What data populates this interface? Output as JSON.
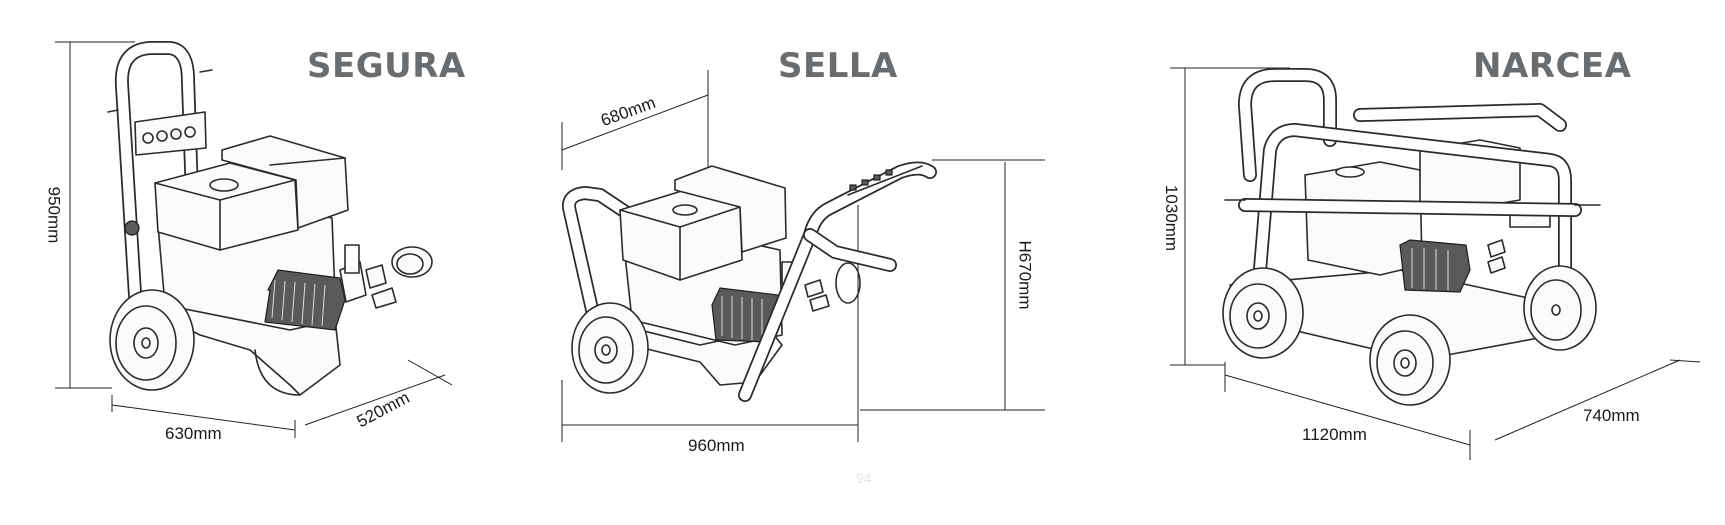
{
  "models": [
    {
      "name": "SEGURA",
      "dimensions": {
        "height": "950mm",
        "length": "630mm",
        "width": "520mm"
      }
    },
    {
      "name": "SELLA",
      "dimensions": {
        "width": "680mm",
        "height": "H670mm",
        "length": "960mm"
      }
    },
    {
      "name": "NARCEA",
      "dimensions": {
        "height": "1030mm",
        "length": "1120mm",
        "width": "740mm"
      }
    }
  ],
  "page_number": "94"
}
